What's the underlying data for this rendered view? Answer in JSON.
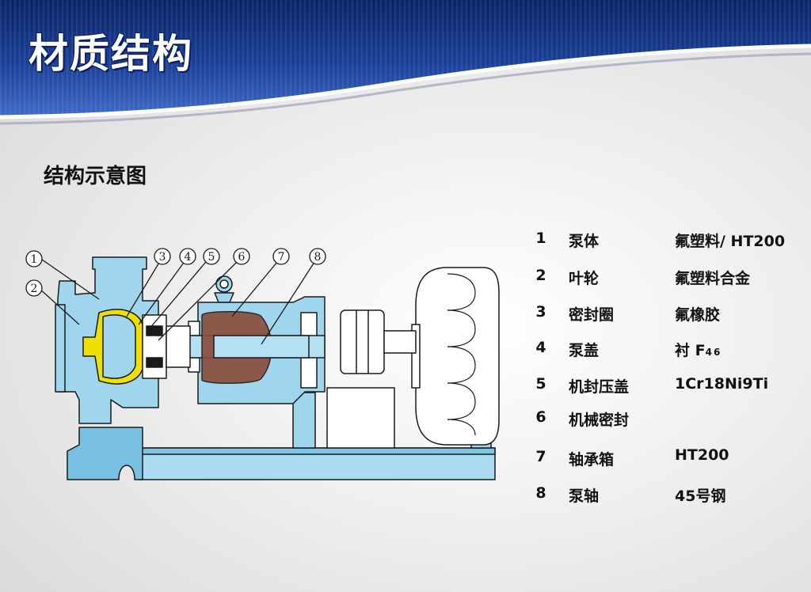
{
  "header": {
    "title": "材质结构"
  },
  "subtitle": "结构示意图",
  "callouts": [
    "1",
    "2",
    "3",
    "4",
    "5",
    "6",
    "7",
    "8"
  ],
  "parts": [
    {
      "no": "1",
      "name": "泵体",
      "material": "氟塑料/ HT200"
    },
    {
      "no": "2",
      "name": "叶轮",
      "material": "氟塑料合金"
    },
    {
      "no": "3",
      "name": "密封圈",
      "material": "氟橡胶"
    },
    {
      "no": "4",
      "name": "泵盖",
      "material_main": "衬 F",
      "material_sub": "46"
    },
    {
      "no": "5",
      "name": "机封压盖",
      "material": "1Cr18Ni9Ti"
    },
    {
      "no": "6",
      "name": "机械密封",
      "material": ""
    },
    {
      "no": "7",
      "name": "轴承箱",
      "material": "HT200"
    },
    {
      "no": "8",
      "name": "泵轴",
      "material": "45号钢"
    }
  ],
  "colors": {
    "banner_dark": "#0c2a73",
    "banner_light": "#3a63c4",
    "pump_blue": "#9fd6ee",
    "outline": "#1a1a1a",
    "liner_yellow": "#f0e000",
    "bearing_brown": "#8a4b38"
  }
}
